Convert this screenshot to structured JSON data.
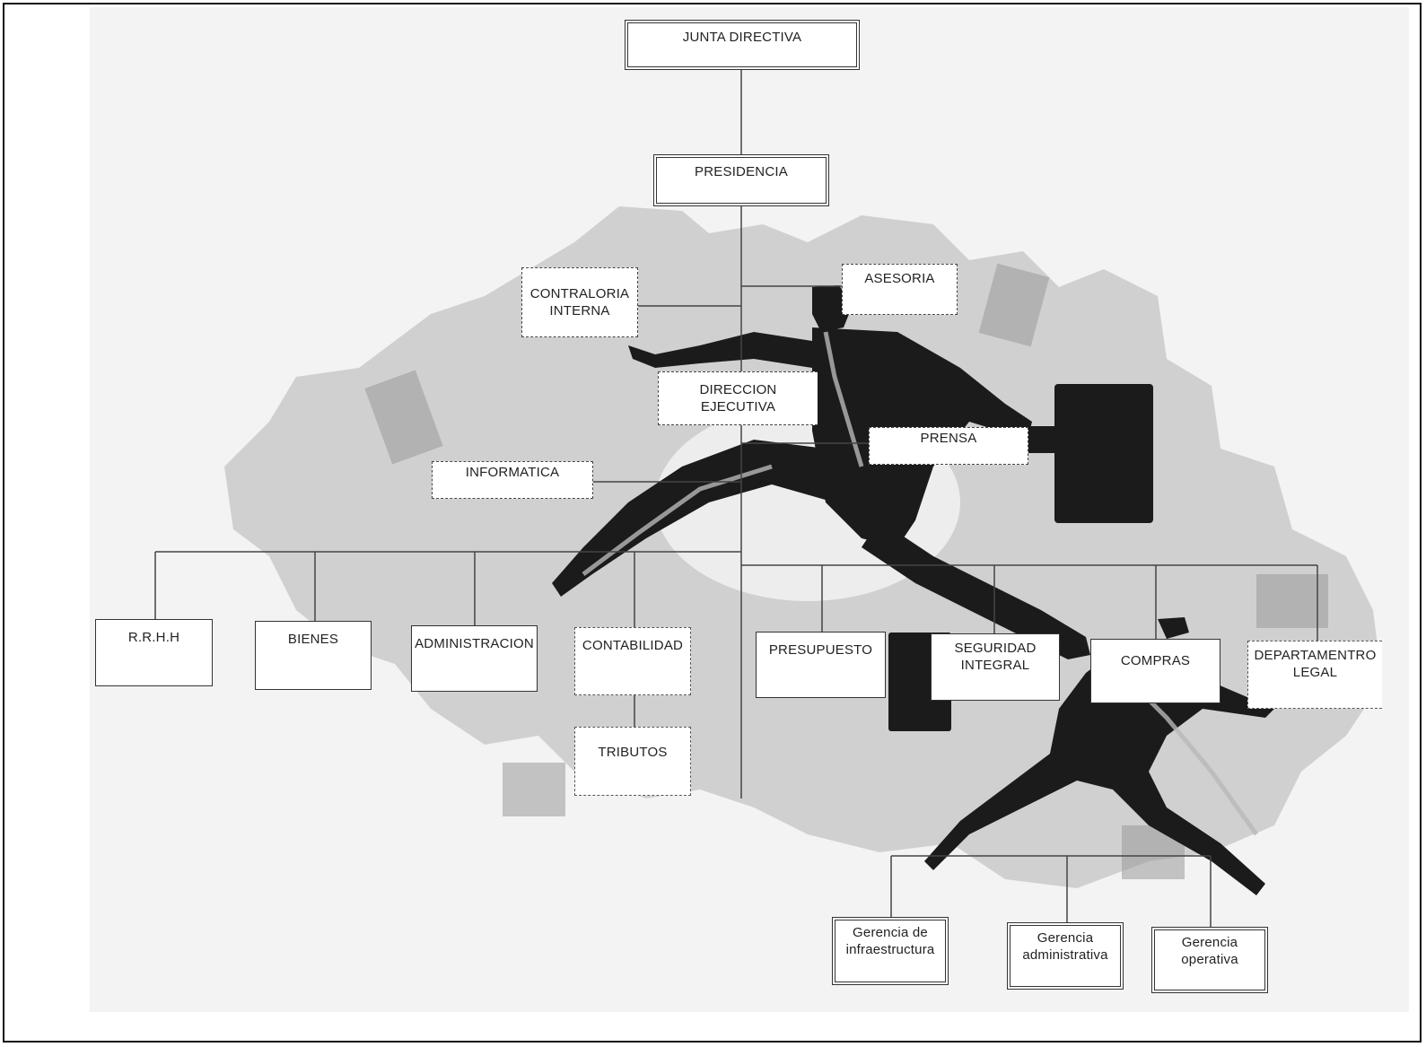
{
  "org_chart": {
    "top": {
      "junta_directiva": "JUNTA DIRECTIVA",
      "presidencia": "PRESIDENCIA"
    },
    "staff": {
      "contraloria_interna": "CONTRALORIA\nINTERNA",
      "asesoria": "ASESORIA",
      "direccion_ejecutiva": "DIRECCION EJECUTIVA",
      "prensa": "PRENSA",
      "informatica": "INFORMATICA"
    },
    "departments": {
      "rrhh": "R.R.H.H",
      "bienes": "BIENES",
      "administracion": "ADMINISTRACION",
      "contabilidad": "CONTABILIDAD",
      "tributos": "TRIBUTOS",
      "presupuesto": "PRESUPUESTO",
      "seguridad_integral": "SEGURIDAD\nINTEGRAL",
      "compras": "COMPRAS",
      "departamento_legal": "DEPARTAMENTRO\nLEGAL"
    },
    "gerencias": {
      "infraestructura": "Gerencia de\ninfraestructura",
      "administrativa": "Gerencia\nadministrativa",
      "operativa": "Gerencia\noperativa"
    }
  },
  "colors": {
    "line": "#444444",
    "figure": "#1a1a1a",
    "gear": "#bdbdbd"
  }
}
